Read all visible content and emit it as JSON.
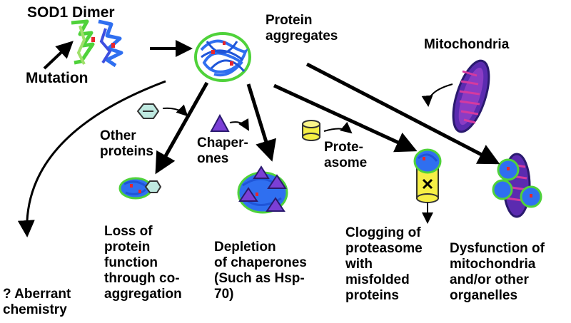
{
  "labels": {
    "sod1_dimer": "SOD1 Dimer",
    "mutation": "Mutation",
    "protein_aggregates": "Protein\naggregates",
    "mitochondria": "Mitochondria",
    "other_proteins": "Other\nproteins",
    "chaperones": "Chaper-\nones",
    "proteasome": "Prote-\nasome"
  },
  "outcomes": {
    "aberrant_chemistry": "? Aberrant\nchemistry",
    "loss_of_function": "Loss of\nprotein\nfunction\nthrough co-\naggregation",
    "depletion_of_chaperones": "Depletion\nof chaperones\n(Such as Hsp-\n70)",
    "clogging_of_proteasome": "Clogging of\nproteasome\nwith\nmisfolded\nproteins",
    "mitochondrial_dysfunction": "Dysfunction of\nmitochondria\nand/or other\norganelles"
  },
  "colors": {
    "protein_blue": "#2f6ff0",
    "protein_green": "#4fd23a",
    "mutation_red": "#e8262d",
    "chaperone_purple": "#7b3fd6",
    "proteasome_yellow": "#f6ef45",
    "other_protein_teal": "#bfe9e0",
    "mitochondria_purple": "#5b2bb0",
    "mitochondria_magenta": "#d43aa0"
  }
}
